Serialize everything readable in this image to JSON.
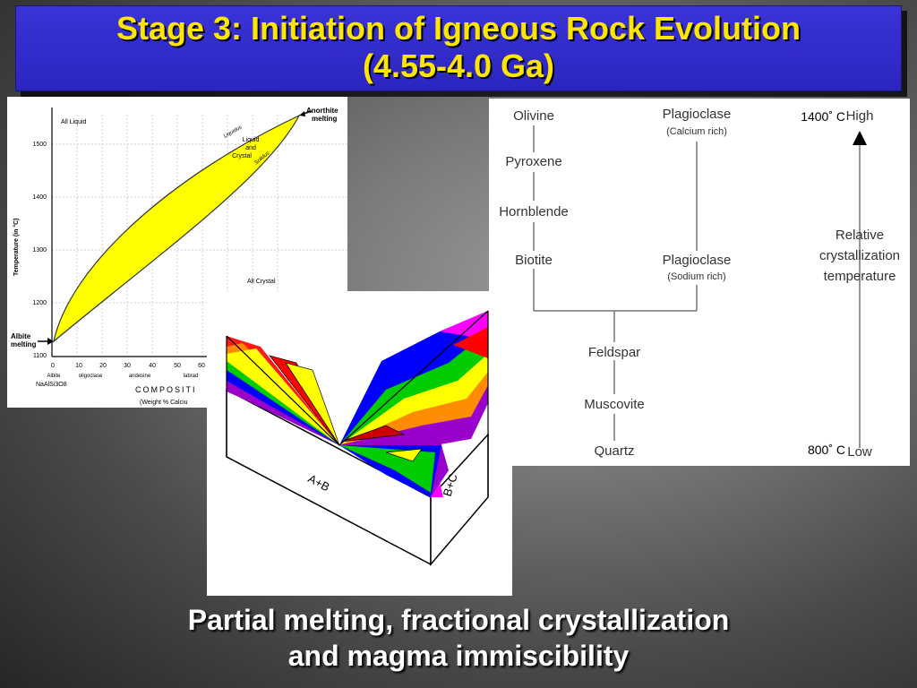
{
  "title": {
    "line1": "Stage 3: Initiation of Igneous Rock Evolution",
    "line2": "(4.55-4.0 Ga)"
  },
  "phase_diagram": {
    "all_liquid": "All Liquid",
    "anorthite_melting": [
      "Anorthite",
      "melting"
    ],
    "liquidus": "Liquidus",
    "liquid_and_crystal": [
      "Liquid",
      "and",
      "Crystal"
    ],
    "solidus": "Solidus",
    "all_crystal": "All  Crystal",
    "albite_melting": [
      "Albite",
      "melting"
    ],
    "y_axis_label": "Temperature  (in °C)",
    "y_ticks": [
      "1500",
      "1400",
      "1300",
      "1200",
      "1100"
    ],
    "x_ticks": [
      "0",
      "10",
      "20",
      "30",
      "40",
      "50",
      "60"
    ],
    "x_names": [
      "Albite",
      "oligoclase",
      "andesine",
      "labrad"
    ],
    "formula": "NaAlSi3O8",
    "x_axis_label": "COMPOSITI",
    "x_axis_sub": "(Weight % Calciu"
  },
  "bowen": {
    "olivine": "Olivine",
    "pyroxene": "Pyroxene",
    "hornblende": "Hornblende",
    "biotite": "Biotite",
    "plag_ca": "Plagioclase",
    "plag_ca_sub": "(Calcium rich)",
    "plag_na": "Plagioclase",
    "plag_na_sub": "(Sodium rich)",
    "feldspar": "Feldspar",
    "muscovite": "Muscovite",
    "quartz": "Quartz",
    "temp_high": "1400˚ C",
    "high": "High",
    "temp_low": "800˚ C",
    "low": "Low",
    "relative": [
      "Relative",
      "crystallization",
      "temperature"
    ]
  },
  "block": {
    "front_label": "A+B",
    "side_label": "B+C"
  },
  "caption": {
    "line1": "Partial melting, fractional crystallization",
    "line2": "and magma immiscibility"
  },
  "colors": {
    "banner": "#2b25c0",
    "title_text": "#ffe600",
    "phase_fill": "#ffff00"
  }
}
